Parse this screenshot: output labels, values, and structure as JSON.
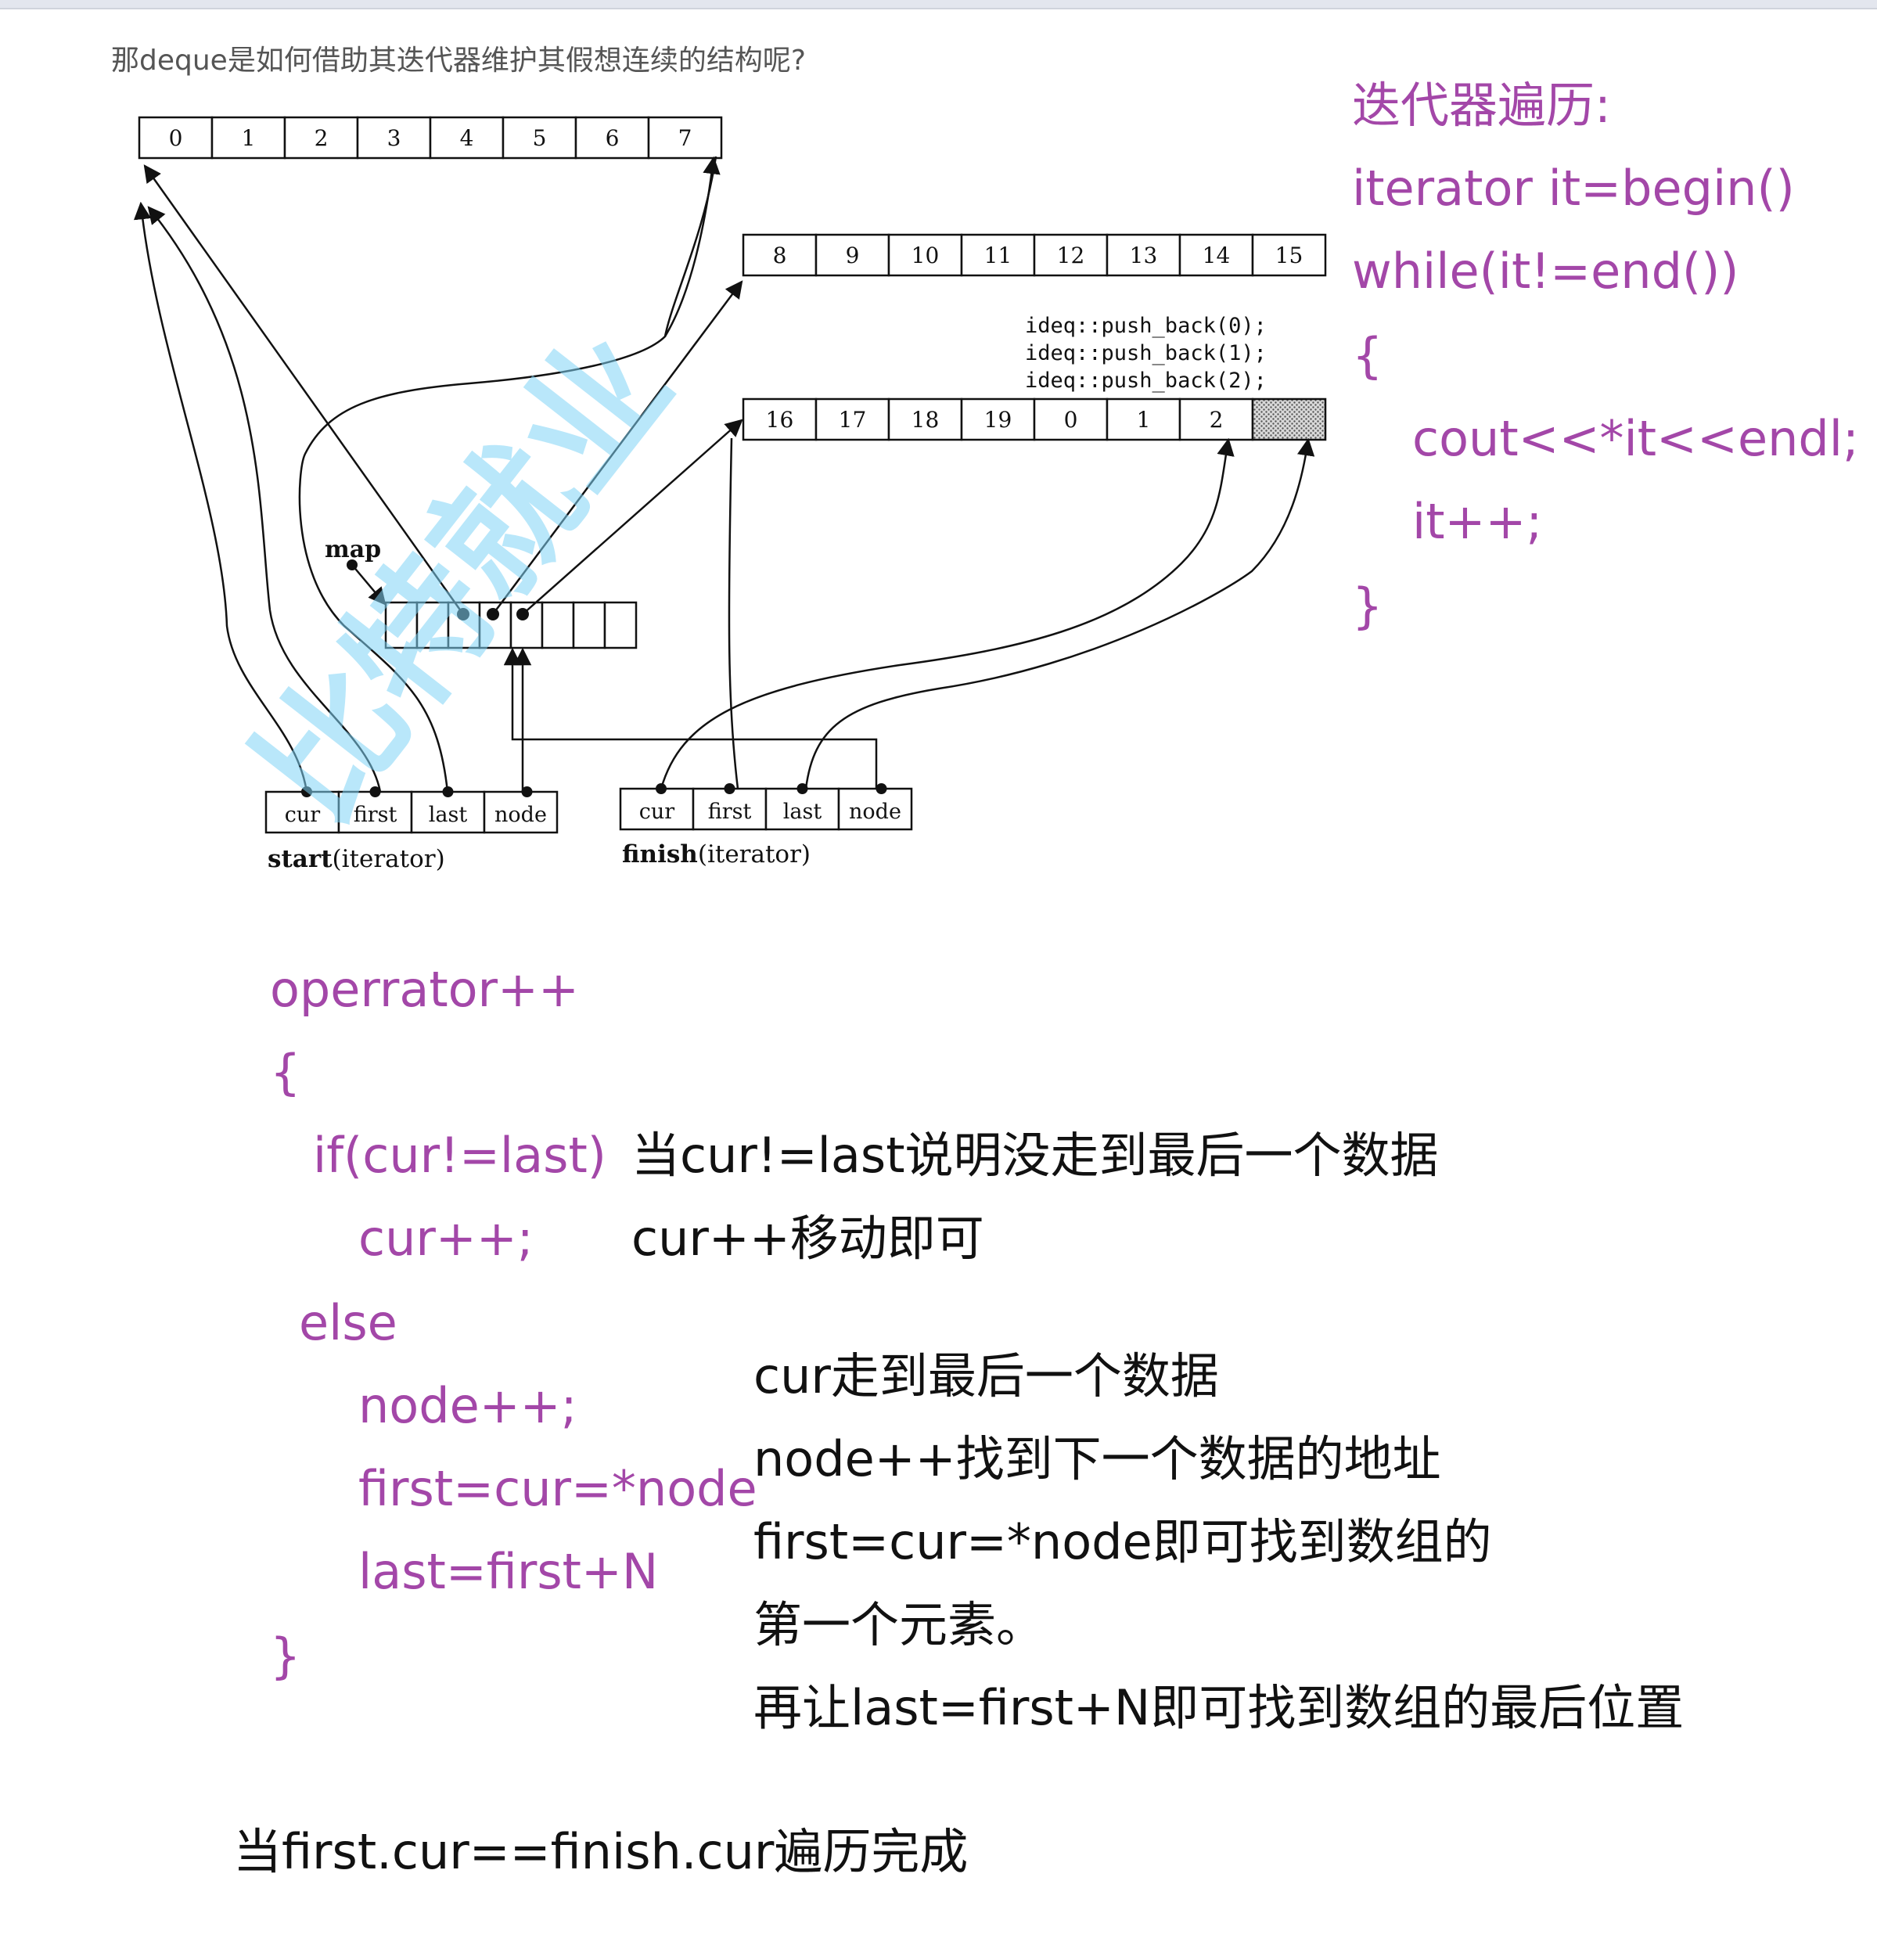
{
  "header": {
    "question": "那deque是如何借助其迭代器维护其假想连续的结构呢?"
  },
  "diagram": {
    "buffer1_cells": [
      "0",
      "1",
      "2",
      "3",
      "4",
      "5",
      "6",
      "7"
    ],
    "buffer2_cells": [
      "8",
      "9",
      "10",
      "11",
      "12",
      "13",
      "14",
      "15"
    ],
    "buffer3_cells": [
      "16",
      "17",
      "18",
      "19",
      "0",
      "1",
      "2",
      ""
    ],
    "map_label": "map",
    "push_back_lines": [
      "ideq::push_back(0);",
      "ideq::push_back(1);",
      "ideq::push_back(2);"
    ],
    "start_fields": [
      "cur",
      "first",
      "last",
      "node"
    ],
    "finish_fields": [
      "cur",
      "first",
      "last",
      "node"
    ],
    "start_caption_bold": "start",
    "start_caption_rest": "(iterator)",
    "finish_caption_bold": "finish",
    "finish_caption_rest": "(iterator)",
    "watermark": "比特就业"
  },
  "iterator_code": {
    "title": "迭代器遍历:",
    "line1": "iterator it=begin()",
    "line2": "while(it!=end())",
    "open": "{",
    "body1": "cout<<*it<<endl;",
    "body2": "it++;",
    "close": "}"
  },
  "operator_code": {
    "signature": "operrator++",
    "open": "{",
    "if_line": "if(cur!=last)",
    "if_body": "cur++;",
    "else_line": "else",
    "else_1": "node++;",
    "else_2": "first=cur=*node",
    "else_3": "last=first+N",
    "close": "}"
  },
  "explanations": {
    "if_note": "当cur!=last说明没走到最后一个数据",
    "cur_note": "cur++移动即可",
    "else_note_1": "cur走到最后一个数据",
    "else_note_2": "node++找到下一个数据的地址",
    "else_note_3": "first=cur=*node即可找到数组的",
    "else_note_4": "第一个元素。",
    "else_note_5": "再让last=first+N即可找到数组的最后位置"
  },
  "footer": {
    "done_note": "当first.cur==finish.cur遍历完成"
  },
  "colors": {
    "code": "#a347a8",
    "text": "#111111",
    "watermark": "#7fd3f5"
  }
}
